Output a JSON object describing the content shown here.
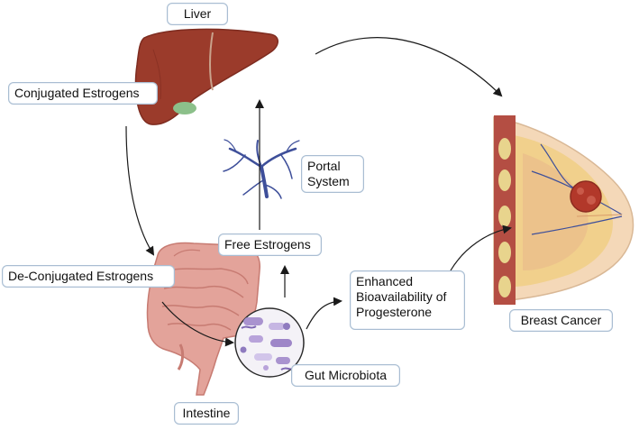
{
  "labels": {
    "liver": "Liver",
    "conjugated_estrogens": "Conjugated Estrogens",
    "portal_system": "Portal System",
    "free_estrogens": "Free Estrogens",
    "deconjugated_estrogens": "De-Conjugated Estrogens",
    "enhanced_bioavailability": "Enhanced Bioavailability of Progesterone",
    "breast_cancer": "Breast Cancer",
    "gut_microbiota": "Gut Microbiota",
    "intestine": "Intestine"
  },
  "colors": {
    "label_border": "#a9bdd2",
    "liver": "#9b3b2b",
    "liver_dark": "#7e2c20",
    "gallbladder": "#8cc08a",
    "portal_vessels": "#3e4f9a",
    "intestine": "#e3a39a",
    "intestine_dark": "#c77b72",
    "microbiota_bg": "#f4f2f7",
    "bacteria_purple": "#a993cf",
    "tissue_fat": "#f1d08c",
    "breast_skin": "#f4d8b8",
    "tumor": "#b2382a",
    "muscle": "#b44e43",
    "arrow": "#1a1a1a"
  }
}
